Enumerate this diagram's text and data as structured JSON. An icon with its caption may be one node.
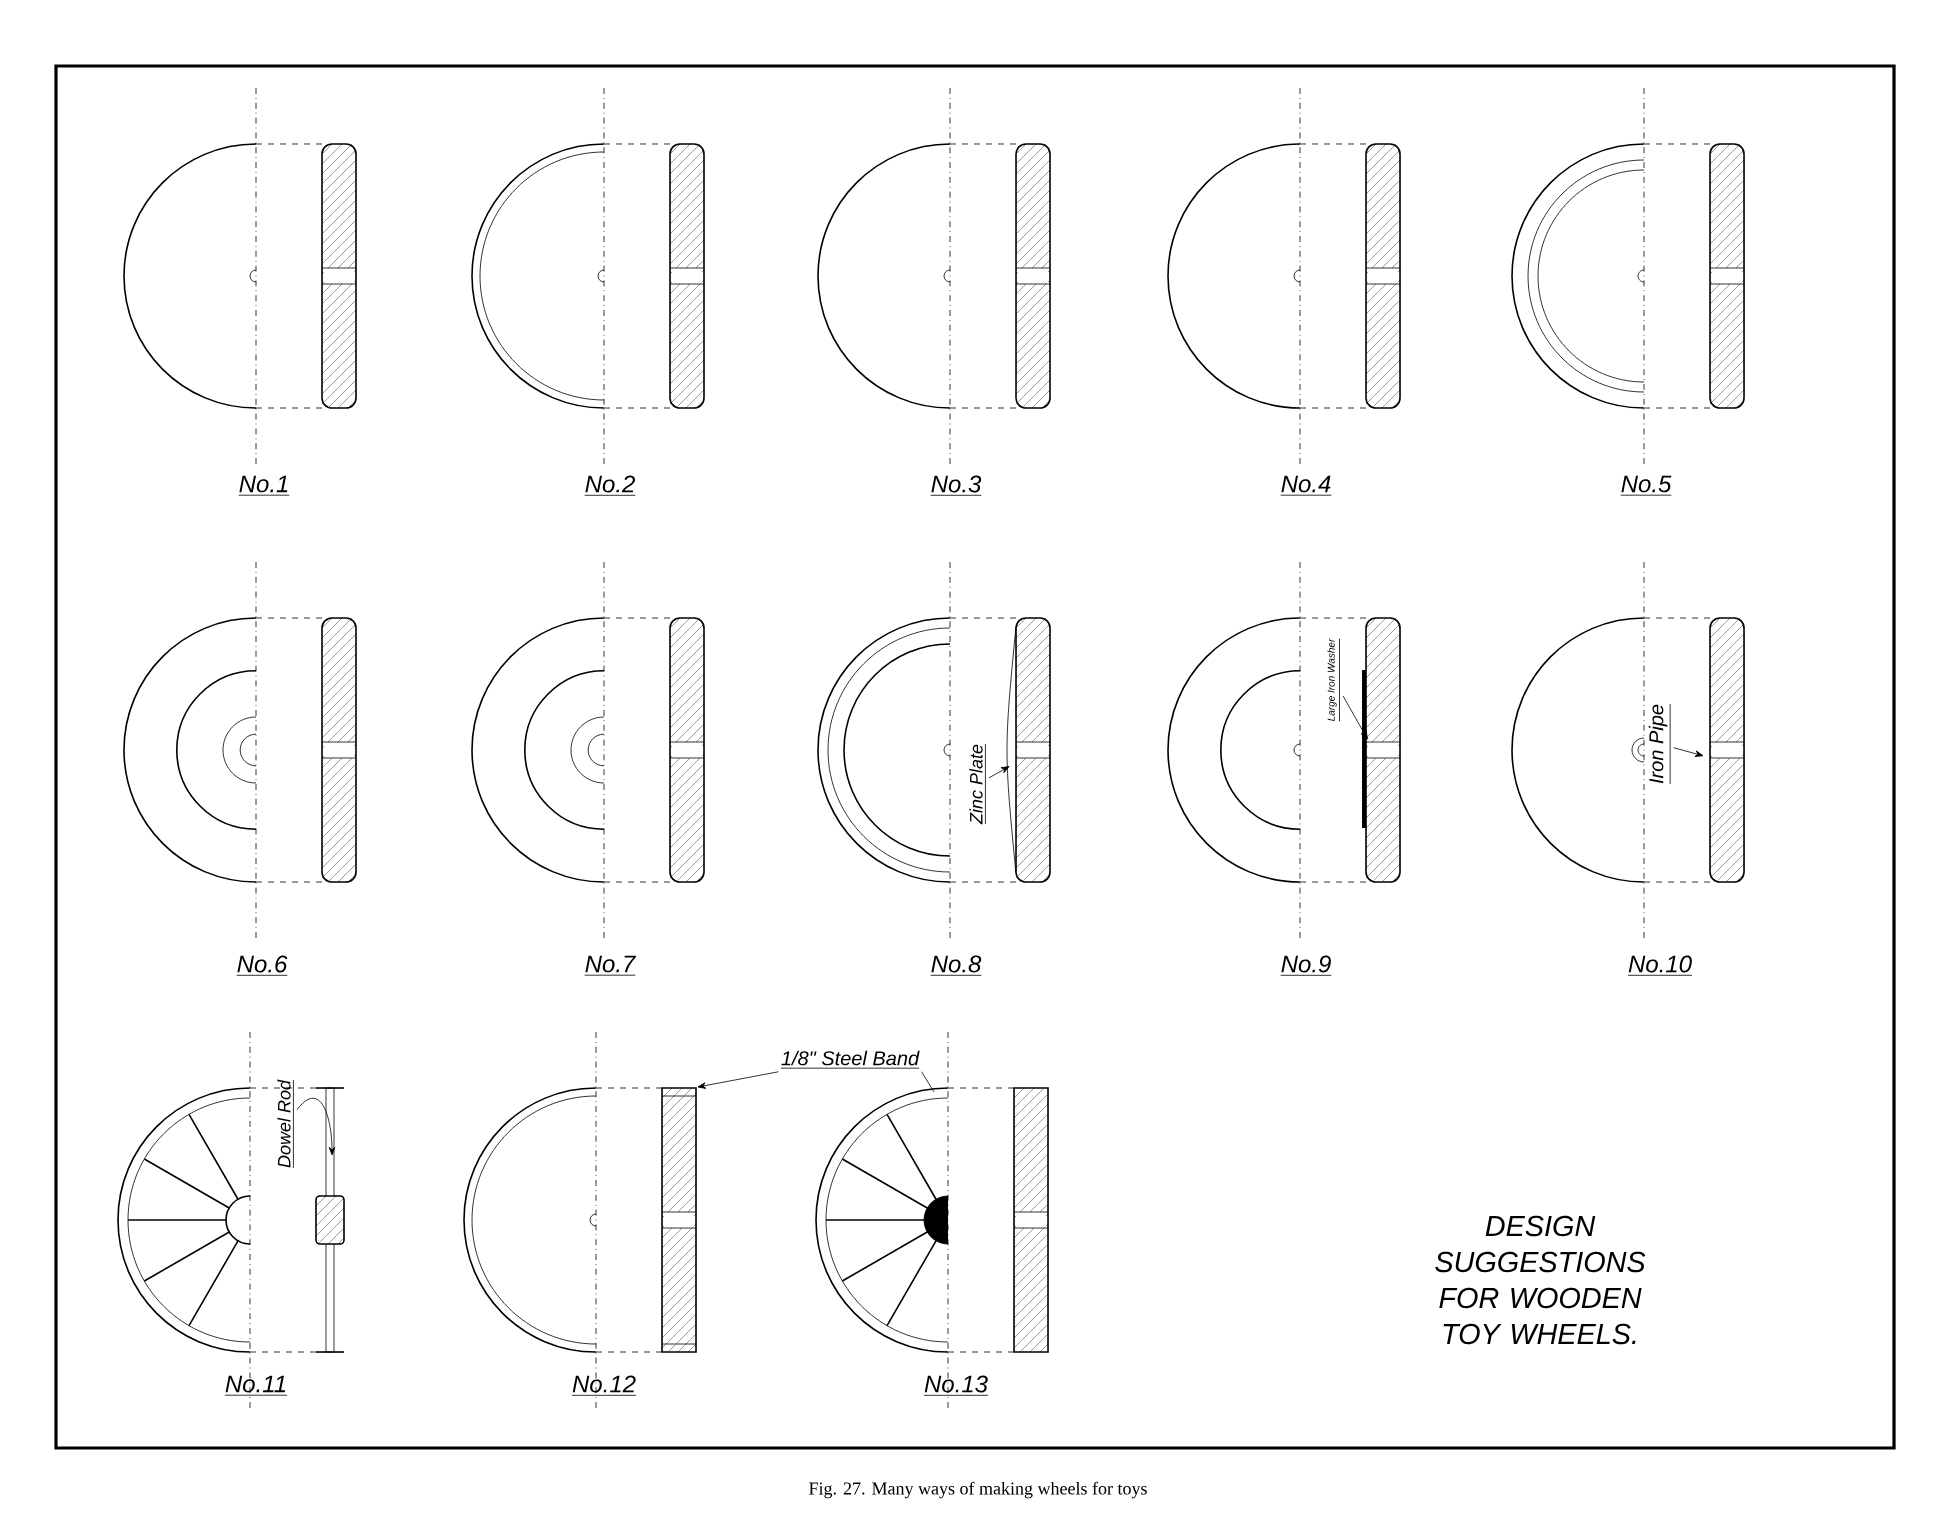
{
  "diagram": {
    "caption": "Fig. 27.  Many ways of making wheels for toys",
    "nodes": [
      {
        "text": [
          "Zinc Plate"
        ]
      },
      {
        "text": [
          "Large Iron Washer"
        ]
      },
      {
        "text": [
          "Iron Pipe"
        ]
      },
      {
        "text": [
          "Dowel Rod"
        ]
      },
      {
        "text": [
          "1/8\" Steel Band"
        ]
      },
      {
        "text": [],
        "shape": "bar"
      }
    ],
    "edges": [
      {
        "from": 0,
        "to": null,
        "arrow": "to"
      },
      {
        "from": 1,
        "to": null,
        "arrow": "to"
      },
      {
        "from": 2,
        "to": null,
        "arrow": "to"
      },
      {
        "from": 3,
        "to": null,
        "arrow": "to"
      },
      {
        "from": 4,
        "to": 5,
        "arrow": "to"
      },
      {
        "from": 4,
        "to": null,
        "arrow": "none"
      }
    ],
    "labels": [
      "No.1",
      "No.2",
      "No.3",
      "No.4",
      "No.5",
      "No.6",
      "No.7",
      "No.8",
      "No.9",
      "No.10",
      "No.11",
      "No.12",
      "No.13",
      "DESIGN SUGGESTIONS FOR WOODEN TOY WHEELS."
    ]
  }
}
